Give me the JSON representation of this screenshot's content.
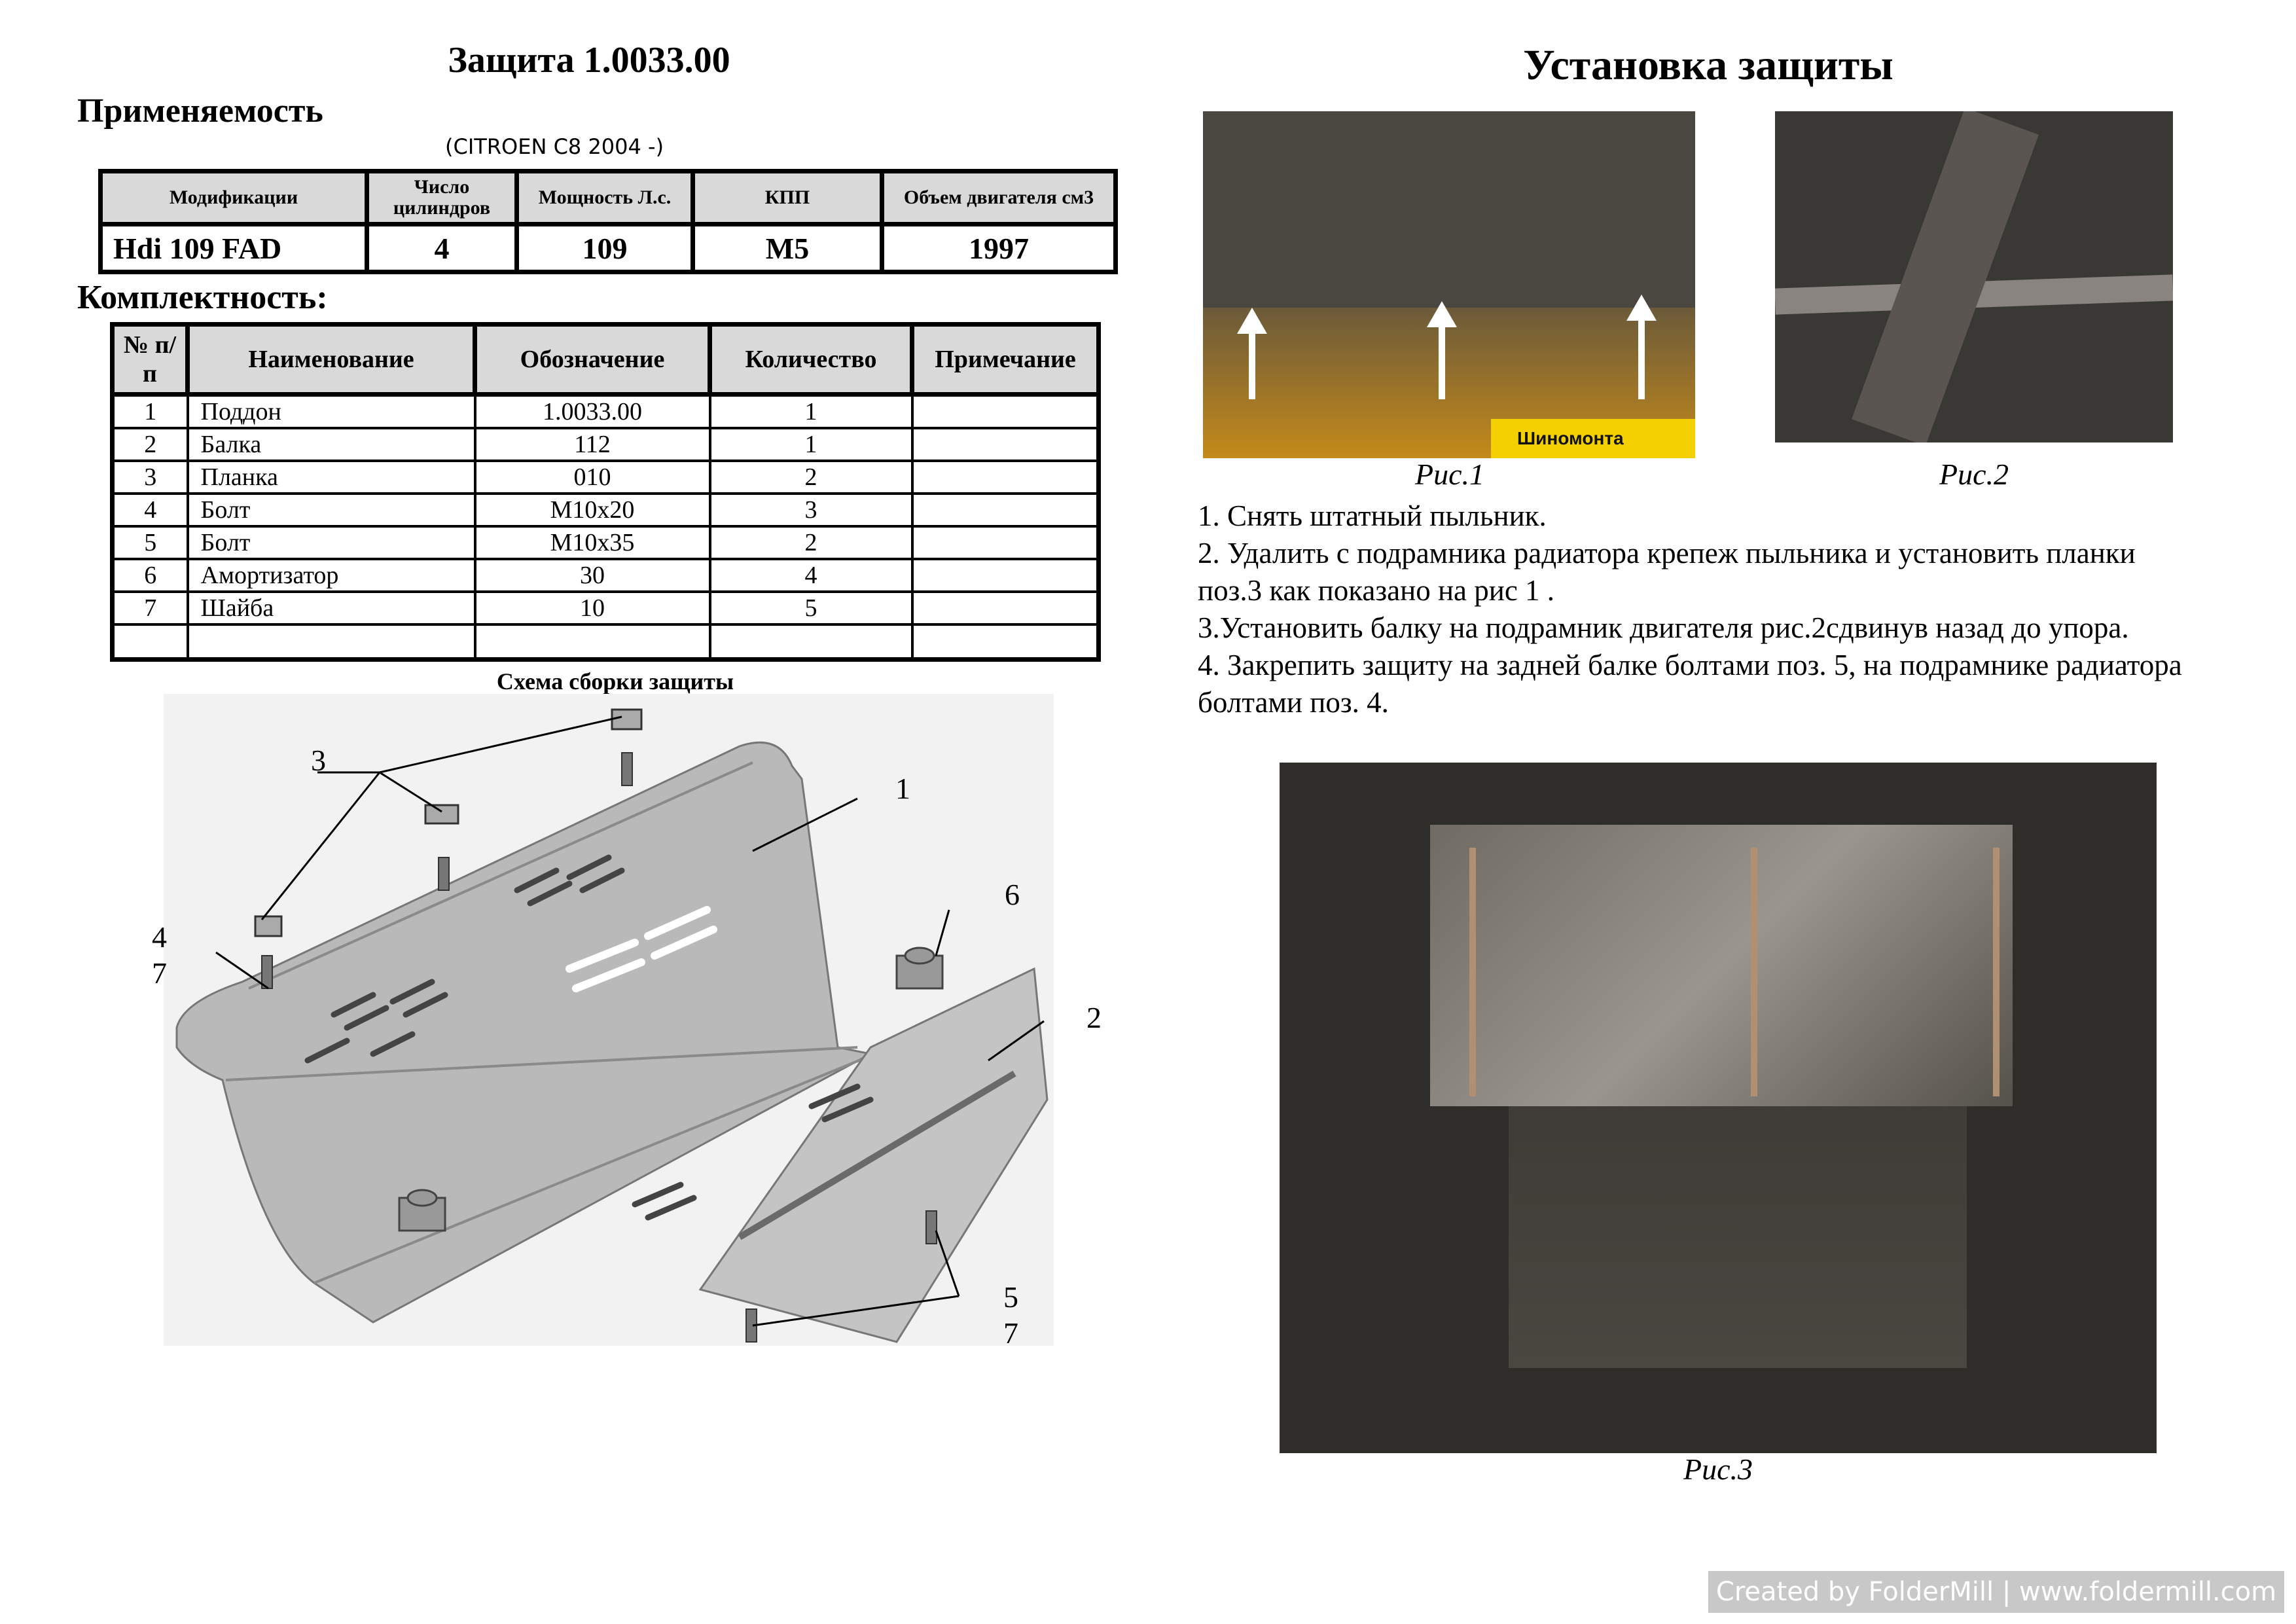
{
  "left": {
    "title": "Защита 1.0033.00",
    "applicability_heading": "Применяемость",
    "vehicle": "(CITROEN C8 2004 -)",
    "spec_table": {
      "headers": [
        "Модификации",
        "Число цилиндров",
        "Мощность Л.с.",
        "КПП",
        "Объем двигателя см3"
      ],
      "rows": [
        [
          "Hdi 109 FAD",
          "4",
          "109",
          "M5",
          "1997"
        ]
      ]
    },
    "kit_heading": "Комплектность:",
    "kit_table": {
      "headers": [
        "№ п/п",
        "Наименование",
        "Обозначение",
        "Количество",
        "Примечание"
      ],
      "rows": [
        [
          "1",
          "Поддон",
          "1.0033.00",
          "1",
          ""
        ],
        [
          "2",
          "Балка",
          "112",
          "1",
          ""
        ],
        [
          "3",
          "Планка",
          "010",
          "2",
          ""
        ],
        [
          "4",
          "Болт",
          "M10x20",
          "3",
          ""
        ],
        [
          "5",
          "Болт",
          "M10x35",
          "2",
          ""
        ],
        [
          "6",
          "Амортизатор",
          "30",
          "4",
          ""
        ],
        [
          "7",
          "Шайба",
          "10",
          "5",
          ""
        ]
      ]
    },
    "schema_title": "Схема сборки защиты",
    "callouts": {
      "c1": "1",
      "c2": "2",
      "c3": "3",
      "c4": "4",
      "c5": "5",
      "c6": "6",
      "c7a": "7",
      "c7b": "7"
    }
  },
  "right": {
    "title": "Установка защиты",
    "fig1_caption": "Рис.1",
    "fig2_caption": "Рис.2",
    "fig3_caption": "Рис.3",
    "fig1_sign": "Шиномонта",
    "steps": [
      "1. Снять штатный пыльник.",
      "2. Удалить с подрамника радиатора крепеж пыльника и установить планки поз.3 как показано на рис 1 .",
      "3.Установить балку на подрамник двигателя рис.2сдвинув назад до упора.",
      "4. Закрепить защиту на задней балке болтами поз. 5, на подрамнике радиатора болтами поз. 4."
    ]
  },
  "footer": "Created by FolderMill | www.foldermill.com"
}
